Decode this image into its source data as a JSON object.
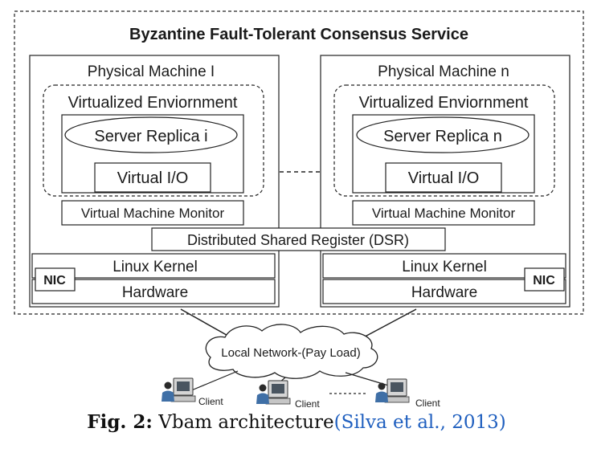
{
  "diagram": {
    "outer_title": "Byzantine Fault-Tolerant Consensus Service",
    "machines": [
      {
        "title": "Physical Machine I",
        "virtualized_env": "Virtualized Enviornment",
        "replica": "Server Replica i",
        "virtual_io": "Virtual I/O",
        "vmm": "Virtual Machine Monitor",
        "kernel": "Linux Kernel",
        "hardware": "Hardware",
        "nic": "NIC"
      },
      {
        "title": "Physical Machine n",
        "virtualized_env": "Virtualized Enviornment",
        "replica": "Server Replica n",
        "virtual_io": "Virtual I/O",
        "vmm": "Virtual Machine Monitor",
        "kernel": "Linux Kernel",
        "hardware": "Hardware",
        "nic": "NIC"
      }
    ],
    "dsr": "Distributed Shared Register (DSR)",
    "network": "Local Network-(Pay Load)",
    "clients": [
      "Client",
      "Client",
      "Client"
    ]
  },
  "caption": {
    "label": "Fig. 2:",
    "text": "Vbam architecture",
    "open_paren": "(",
    "reference": "Silva et al., 2013",
    "close_paren": ")"
  },
  "colors": {
    "line": "#222222",
    "caption_link": "#1f5fbf"
  }
}
